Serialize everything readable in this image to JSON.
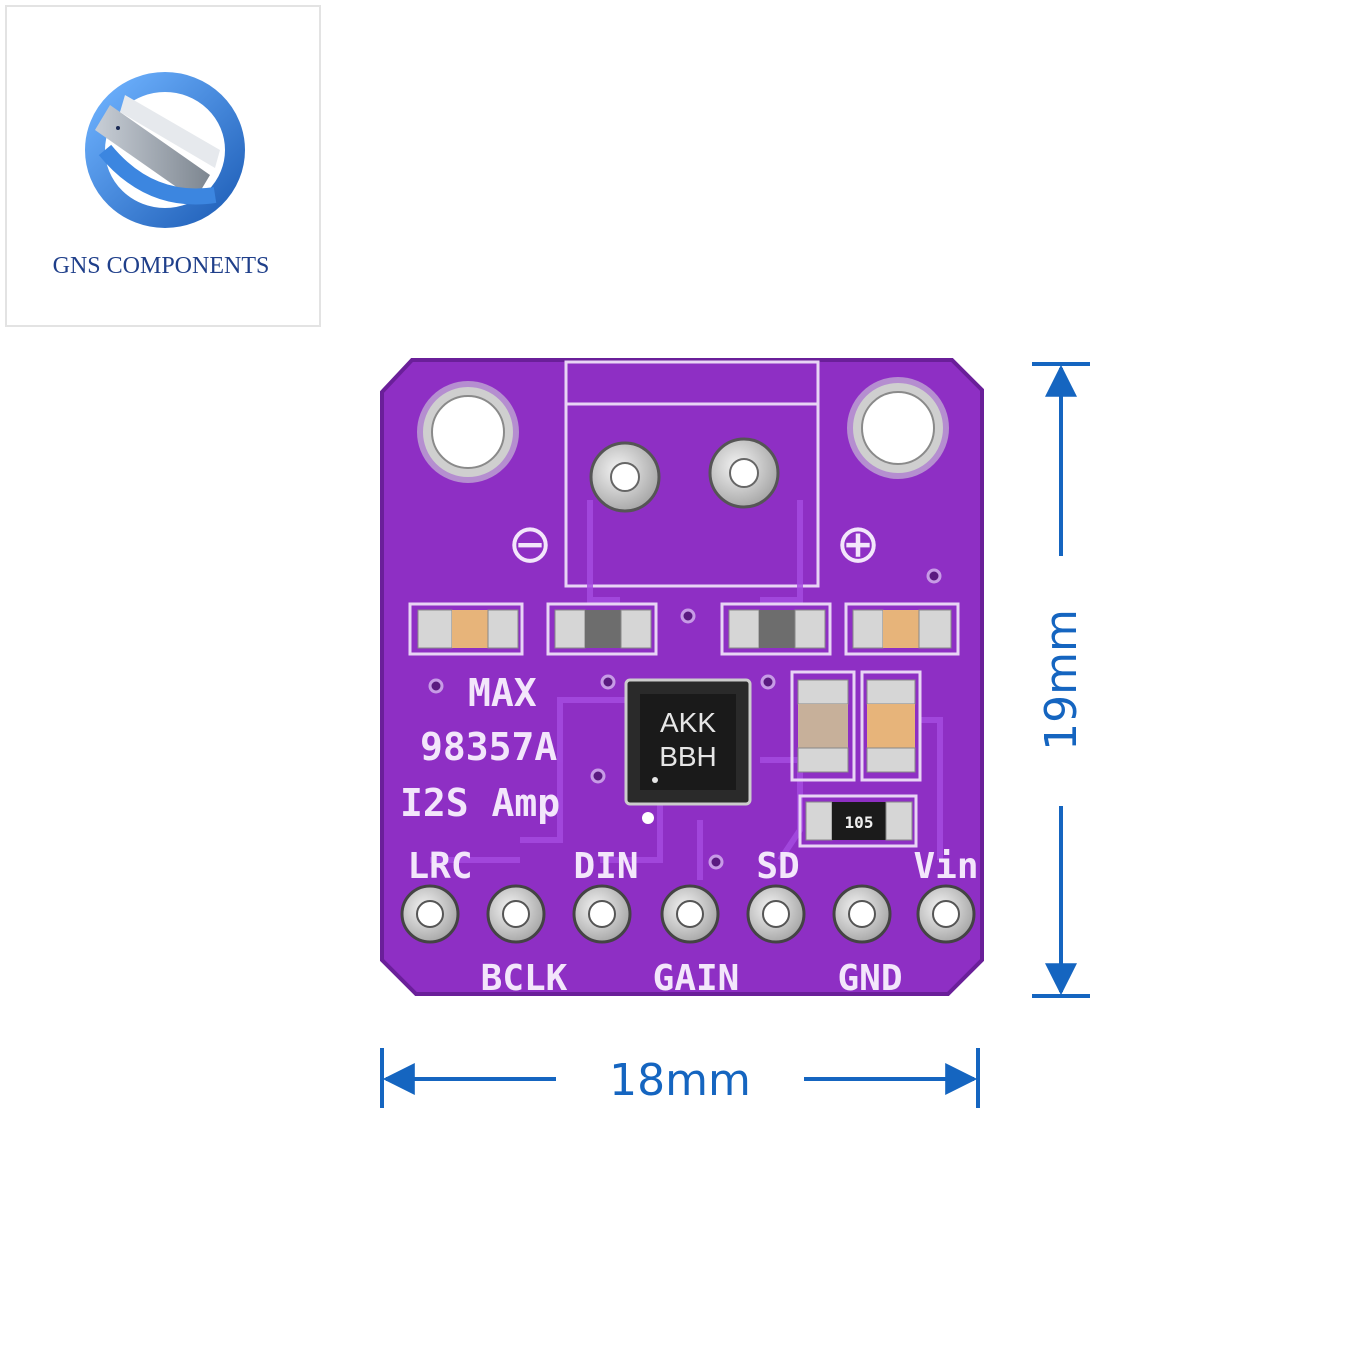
{
  "logo": {
    "brand_text": "GNS COMPONENTS",
    "ring_color": "#2f73c9",
    "band_color": "#9aa3ad"
  },
  "board": {
    "color": "#8e2fc4",
    "title_lines": [
      "MAX",
      "98357A",
      "I2S Amp"
    ],
    "chip_marking": [
      "AKK",
      "BBH"
    ],
    "resistor_code": "105",
    "polarity_minus": "⊖",
    "polarity_plus": "⊕",
    "pins_top_labels": [
      "LRC",
      "DIN",
      "SD",
      "Vin"
    ],
    "pins_bottom_labels": [
      "BCLK",
      "GAIN",
      "GND"
    ]
  },
  "dimensions": {
    "width_label": "18mm",
    "height_label": "19mm",
    "color": "#1565c0"
  }
}
